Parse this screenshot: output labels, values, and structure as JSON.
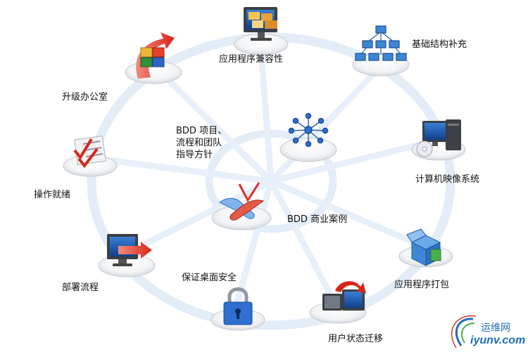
{
  "nodes": {
    "app_compat": "应用程序兼容性",
    "infra": "基础结构补充",
    "office": "升级办公室",
    "image": "计算机映像系统",
    "ready": "操作就绪",
    "guidance_1": "BDD  项目、",
    "guidance_2": "流程和团队",
    "guidance_3": "指导方针",
    "business": "BDD 商业案例",
    "deploy": "部署流程",
    "security": "保证桌面安全",
    "packaging": "应用程序打包",
    "state": "用户状态迁移"
  },
  "watermark": {
    "name": "运维网",
    "url": "iyunv.com"
  },
  "colors": {
    "ring": "#e4eef9",
    "disc_top": "#ffffff",
    "disc_side": "#c9ced4",
    "accent_red": "#e0301e",
    "accent_blue": "#2f73c9",
    "watermark_blue": "#1d6fbf"
  }
}
